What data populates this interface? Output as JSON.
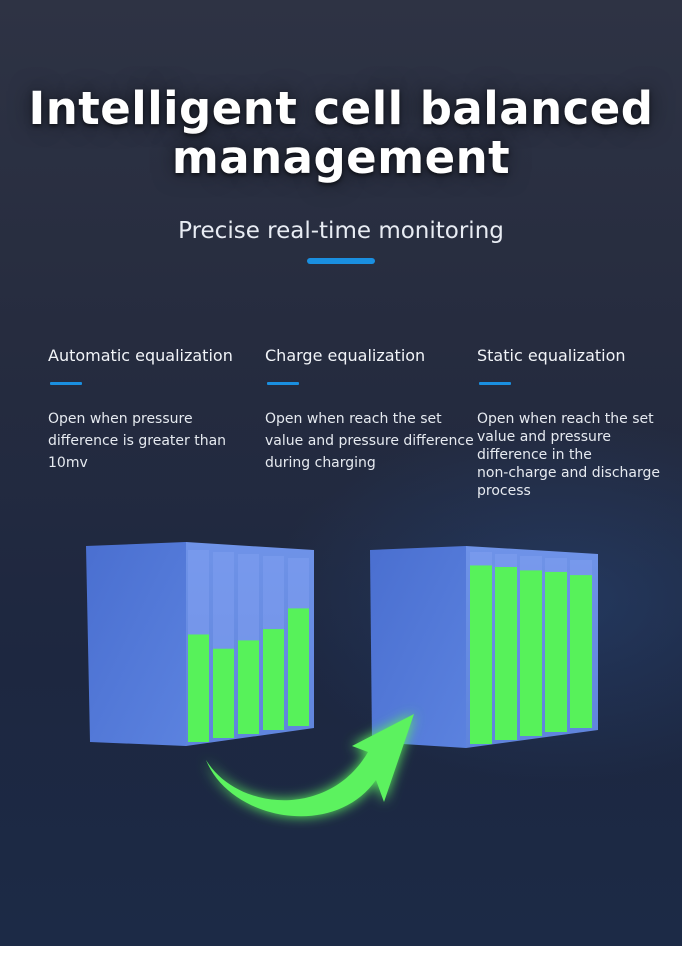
{
  "header": {
    "title_line1": "Intelligent cell balanced",
    "title_line2": "management",
    "subtitle": "Precise real-time monitoring"
  },
  "features": [
    {
      "title": "Automatic equalization",
      "text": "Open when pressure\ndifference is greater than\n10mv"
    },
    {
      "title": "Charge equalization",
      "text": "Open when reach the set\nvalue and pressure difference\n during charging"
    },
    {
      "title": "Static equalization",
      "text": "Open when reach the set\nvalue and pressure\ndifference in the\nnon-charge and discharge\n process"
    }
  ],
  "illustration": {
    "before_cell_levels": [
      0.56,
      0.48,
      0.52,
      0.58,
      0.7
    ],
    "after_cell_levels": [
      0.93,
      0.93,
      0.92,
      0.92,
      0.91
    ],
    "colors": {
      "cell_fill": "#57f25a",
      "pack_front": "#4f74d2",
      "pack_side": "#6a8fe6",
      "arrow": "#5cf25e",
      "accent": "#1a8fe0"
    }
  }
}
